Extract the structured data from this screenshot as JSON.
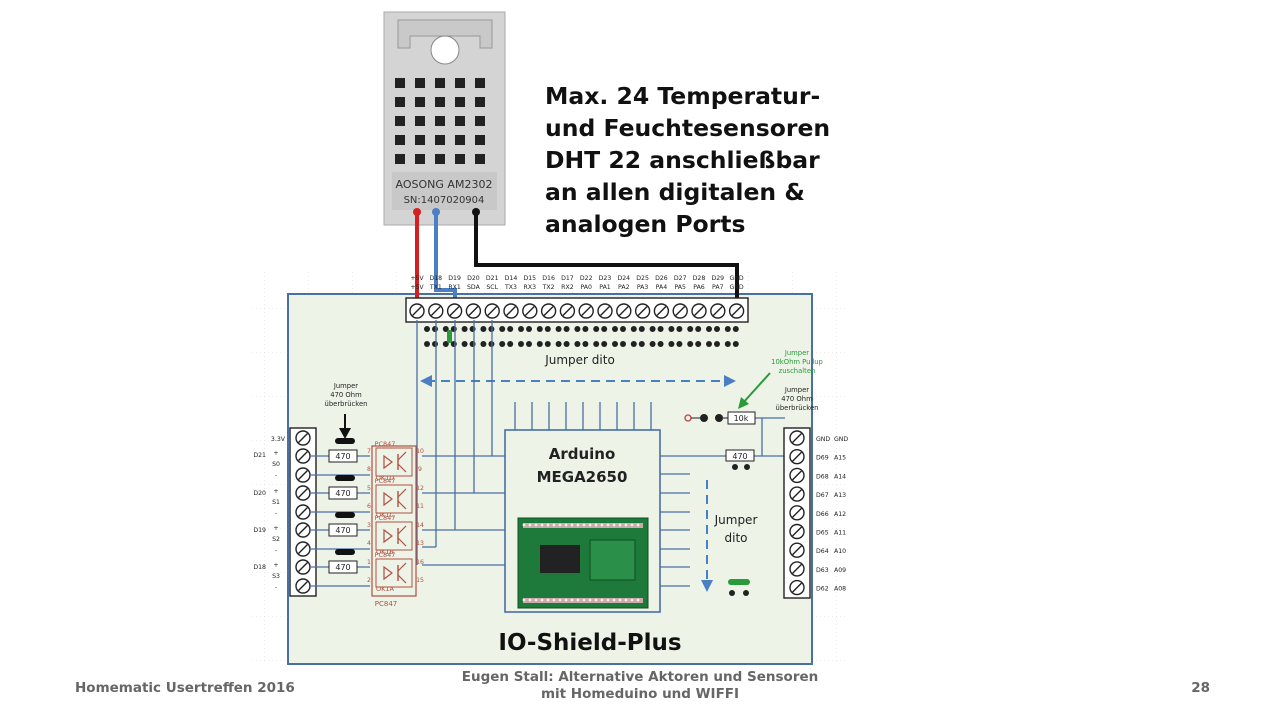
{
  "headline": {
    "lines": [
      "Max. 24 Temperatur-",
      "und Feuchtesensoren",
      "DHT 22 anschließbar",
      "an allen digitalen &",
      "analogen Ports"
    ]
  },
  "sensor": {
    "brand_label": "AOSONG AM2302",
    "serial_label": "SN:1407020904"
  },
  "board": {
    "title": "IO-Shield-Plus",
    "arduino_line1": "Arduino",
    "arduino_line2": "MEGA2650",
    "jumper_dito_top": "Jumper dito",
    "jumper_dito_right_line1": "Jumper",
    "jumper_dito_right_line2": "dito",
    "top_pins_row1": [
      "+5V",
      "D18",
      "D19",
      "D20",
      "D21",
      "D14",
      "D15",
      "D16",
      "D17",
      "D22",
      "D23",
      "D24",
      "D25",
      "D26",
      "D27",
      "D28",
      "D29",
      "GND"
    ],
    "top_pins_row2": [
      "+5V",
      "TX1",
      "RX1",
      "SDA",
      "SCL",
      "TX3",
      "RX3",
      "TX2",
      "RX2",
      "PA0",
      "PA1",
      "PA2",
      "PA3",
      "PA4",
      "PA5",
      "PA6",
      "PA7",
      "GND"
    ],
    "left_jumper_note": [
      "Jumper",
      "470 Ohm",
      "überbrücken"
    ],
    "right_jumper_note": [
      "Jumper",
      "470 Ohm",
      "überbrücken"
    ],
    "pullup_note": [
      "Jumper",
      "10kOhm Pullup",
      "zuschalten"
    ],
    "resistor_470": "470",
    "resistor_10k": "10k",
    "left_terminals": [
      {
        "main": "3.3V",
        "sub": ""
      },
      {
        "main": "D21",
        "sub": "S0"
      },
      {
        "main": "D20",
        "sub": "S1"
      },
      {
        "main": "D19",
        "sub": "S2"
      },
      {
        "main": "D18",
        "sub": "S3"
      }
    ],
    "optocouplers": [
      "OK1D",
      "PC847",
      "OK1C",
      "PC847",
      "OK1B",
      "PC847",
      "OK1A",
      "PC847",
      "PC847"
    ],
    "opto_pins_left": [
      "7",
      "8",
      "5",
      "6",
      "3",
      "4",
      "1",
      "2"
    ],
    "opto_pins_right": [
      "10",
      "9",
      "12",
      "11",
      "14",
      "13",
      "16",
      "15"
    ],
    "right_terminals": [
      {
        "left": "GND",
        "right": "GND"
      },
      {
        "left": "D69",
        "right": "A15"
      },
      {
        "left": "D68",
        "right": "A14"
      },
      {
        "left": "D67",
        "right": "A13"
      },
      {
        "left": "D66",
        "right": "A12"
      },
      {
        "left": "D65",
        "right": "A11"
      },
      {
        "left": "D64",
        "right": "A10"
      },
      {
        "left": "D63",
        "right": "A09"
      },
      {
        "left": "D62",
        "right": "A08"
      }
    ]
  },
  "footer": {
    "left": "Homematic Usertreffen 2016",
    "center_line1": "Eugen Stall:  Alternative Aktoren und Sensoren",
    "center_line2": "mit Homeduino und WIFFI",
    "page_number": "28"
  },
  "colors": {
    "board_fill": "#eef3e8",
    "board_stroke": "#4a6fa5",
    "wire_red": "#d42020",
    "wire_blue": "#4a7fc4",
    "wire_black": "#111111",
    "jumper_green": "#2a9a3a",
    "opto_red": "#b05040",
    "sensor_body": "#d8d8d8"
  }
}
